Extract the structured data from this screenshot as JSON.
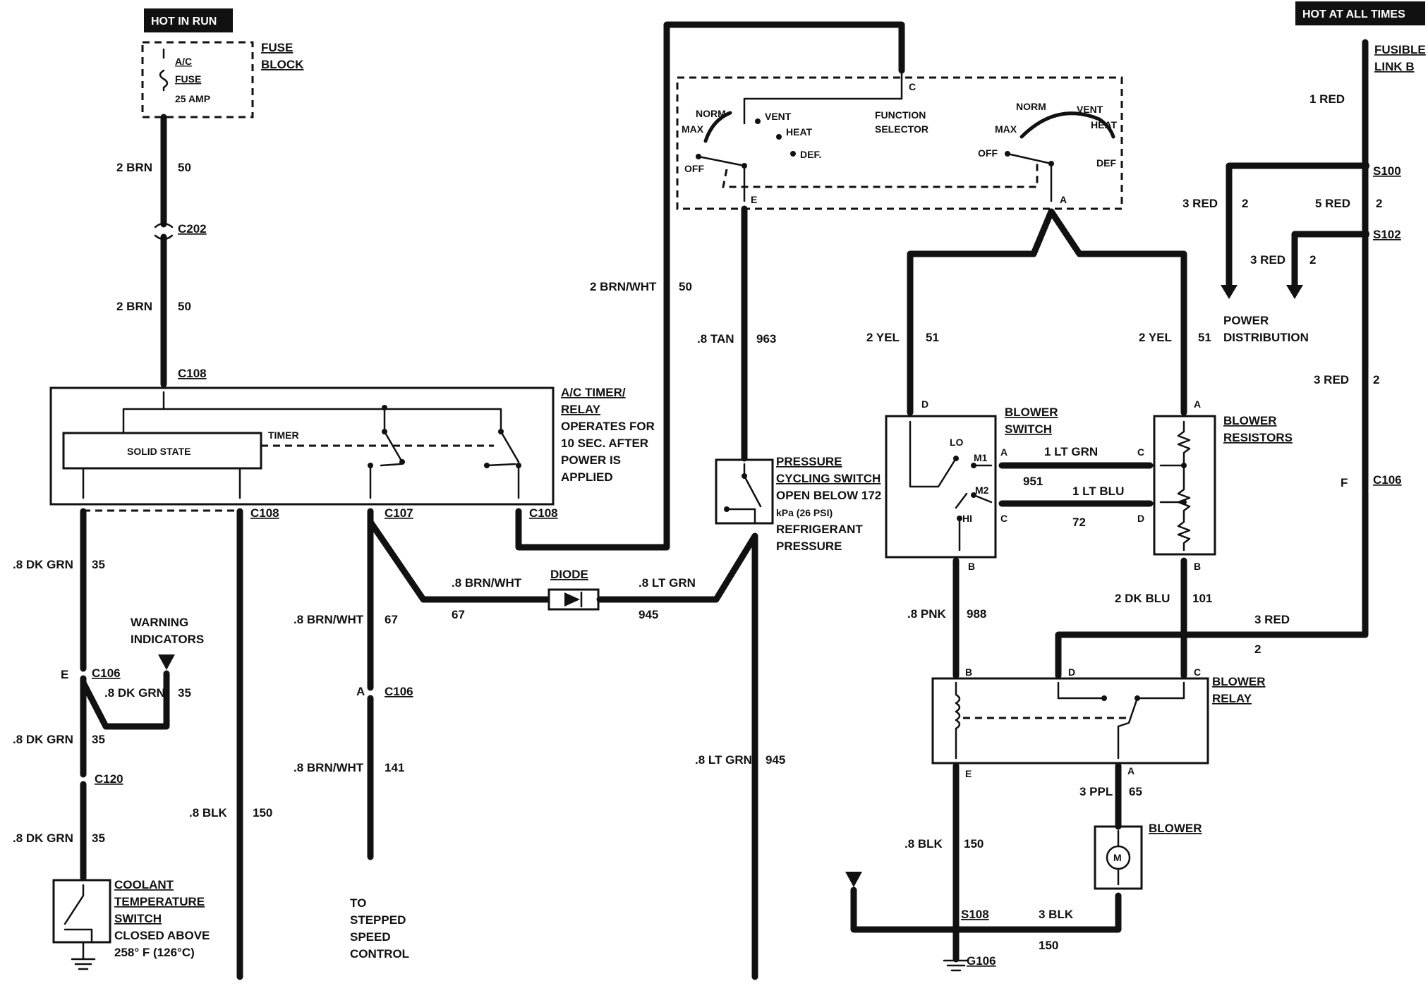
{
  "headers": {
    "hot_in_run": "HOT IN RUN",
    "hot_at_all_times": "HOT AT ALL TIMES"
  },
  "fuse_block": {
    "label1": "FUSE",
    "label2": "BLOCK",
    "fuse1": "A/C",
    "fuse2": "FUSE",
    "amp": "25 AMP"
  },
  "fusible_link": {
    "l1": "FUSIBLE",
    "l2": "LINK B"
  },
  "wires": {
    "brn_top": {
      "color": "2 BRN",
      "num": "50"
    },
    "brn_mid": {
      "color": "2 BRN",
      "num": "50"
    },
    "brnwht_top": {
      "color": "2 BRN/WHT",
      "num": "50"
    },
    "tan": {
      "color": ".8 TAN",
      "num": "963"
    },
    "yel_left": {
      "color": "2 YEL",
      "num": "51"
    },
    "yel_right": {
      "color": "2 YEL",
      "num": "51"
    },
    "red1": {
      "color": "1 RED"
    },
    "red_3a": {
      "color": "3 RED",
      "num": "2"
    },
    "red_5": {
      "color": "5 RED",
      "num": "2"
    },
    "red_3b": {
      "color": "3 RED",
      "num": "2"
    },
    "red_3c": {
      "color": "3 RED",
      "num": "2"
    },
    "red_3d": {
      "color": "3 RED",
      "num": "2"
    },
    "dkgrn1": {
      "color": ".8 DK GRN",
      "num": "35"
    },
    "dkgrn2": {
      "color": ".8 DK GRN",
      "num": "35"
    },
    "dkgrn3": {
      "color": ".8 DK GRN",
      "num": "35"
    },
    "dkgrn4": {
      "color": ".8 DK GRN",
      "num": "35"
    },
    "blk1": {
      "color": ".8 BLK",
      "num": "150"
    },
    "brnwht67": {
      "color": ".8 BRN/WHT",
      "num": "67"
    },
    "brnwht67b": {
      "color": ".8 BRN/WHT",
      "num": "67"
    },
    "brnwht141": {
      "color": ".8 BRN/WHT",
      "num": "141"
    },
    "ltgrn945a": {
      "color": ".8 LT GRN",
      "num": "945"
    },
    "ltgrn945b": {
      "color": ".8 LT GRN",
      "num": "945"
    },
    "ltgrn951": {
      "color": "1 LT GRN",
      "num": "951"
    },
    "ltblu72": {
      "color": "1 LT BLU",
      "num": "72"
    },
    "pnk": {
      "color": ".8 PNK",
      "num": "988"
    },
    "dkblu": {
      "color": "2 DK BLU",
      "num": "101"
    },
    "blk150b": {
      "color": ".8 BLK",
      "num": "150"
    },
    "ppl": {
      "color": "3 PPL",
      "num": "65"
    },
    "blk3": {
      "color": "3 BLK",
      "num": "150"
    }
  },
  "connectors": {
    "c202": "C202",
    "c108": "C108",
    "c107": "C107",
    "c106": "C106",
    "c120": "C120",
    "s100": "S100",
    "s102": "S102",
    "s108": "S108",
    "g106": "G106"
  },
  "components": {
    "timer_relay": [
      "A/C TIMER/",
      "RELAY",
      "OPERATES FOR",
      "10 SEC. AFTER",
      "POWER IS",
      "APPLIED"
    ],
    "solid_state": "SOLID STATE",
    "timer": "TIMER",
    "function_selector": [
      "FUNCTION",
      "SELECTOR"
    ],
    "fs_left": {
      "norm": "NORM",
      "max": "MAX",
      "vent": "VENT",
      "heat": "HEAT",
      "def": "DEF.",
      "off": "OFF"
    },
    "fs_right": {
      "norm": "NORM",
      "max": "MAX",
      "vent": "VENT",
      "heat": "HEAT",
      "def": "DEF",
      "off": "OFF"
    },
    "pressure_switch": [
      "PRESSURE",
      "CYCLING SWITCH",
      "OPEN BELOW 172",
      "kPa (26 PSI)",
      "REFRIGERANT",
      "PRESSURE"
    ],
    "diode": "DIODE",
    "blower_switch": [
      "BLOWER",
      "SWITCH"
    ],
    "blower_switch_pos": {
      "lo": "LO",
      "m1": "M1",
      "m2": "M2",
      "hi": "HI"
    },
    "blower_resistors": [
      "BLOWER",
      "RESISTORS"
    ],
    "blower_relay": [
      "BLOWER",
      "RELAY"
    ],
    "blower": "BLOWER",
    "motor": "M",
    "power_distribution": [
      "POWER",
      "DISTRIBUTION"
    ],
    "warning_indicators": [
      "WARNING",
      "INDICATORS"
    ],
    "coolant_switch": [
      "COOLANT",
      "TEMPERATURE",
      "SWITCH",
      "CLOSED ABOVE",
      "258° F (126°C)"
    ],
    "stepped": [
      "TO",
      "STEPPED",
      "SPEED",
      "CONTROL"
    ]
  },
  "pins": {
    "a": "A",
    "b": "B",
    "c": "C",
    "d": "D",
    "e": "E",
    "f": "F"
  }
}
